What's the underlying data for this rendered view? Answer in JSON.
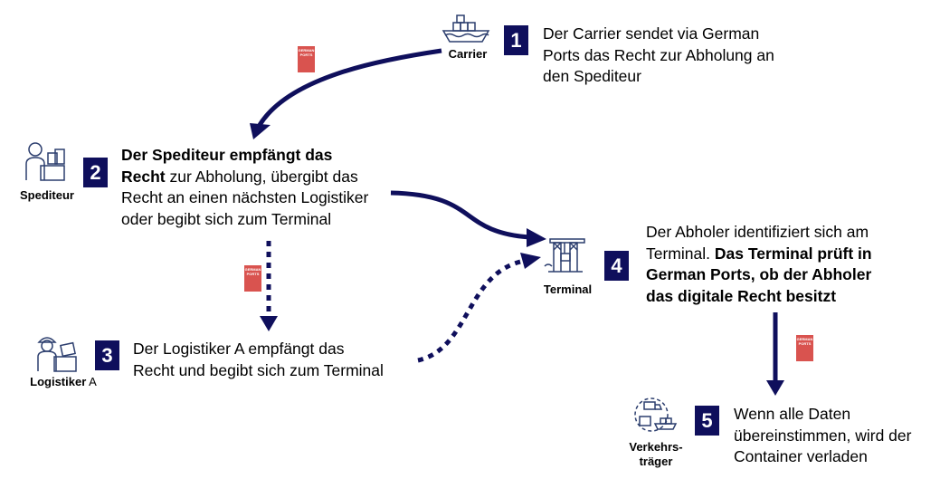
{
  "colors": {
    "navy": "#0f0f5c",
    "icon_stroke": "#2c3e6e",
    "logo_red": "#d9534f"
  },
  "logo": {
    "line1": "GERMAN",
    "line2": "PORTS"
  },
  "actors": {
    "carrier": {
      "label": "Carrier",
      "icon": "ship-icon"
    },
    "spediteur": {
      "label": "Spediteur",
      "icon": "person-with-boxes-icon"
    },
    "logistiker": {
      "label_bold": "Logistiker",
      "label_plain": " A",
      "icon": "worker-with-boxes-icon"
    },
    "terminal": {
      "label": "Terminal",
      "icon": "crane-icon"
    },
    "verkehrstraeger": {
      "label_line1": "Verkehrs-",
      "label_line2": "träger",
      "icon": "transport-vehicles-icon"
    }
  },
  "steps": [
    {
      "number": "1",
      "lines": [
        "Der Carrier sendet via German",
        "Ports das Recht zur Abholung an",
        "den Spediteur"
      ]
    },
    {
      "number": "2",
      "line1_bold": "Der Spediteur empfängt das",
      "line2_bold": "Recht",
      "line2_plain": " zur Abholung, übergibt das",
      "line3": "Recht an einen nächsten Logistiker",
      "line4": "oder begibt sich zum Terminal"
    },
    {
      "number": "3",
      "lines": [
        "Der Logistiker A empfängt das",
        "Recht und begibt sich zum Terminal"
      ]
    },
    {
      "number": "4",
      "line1": "Der Abholer identifiziert sich am",
      "line2_plain": "Terminal. ",
      "line2_bold": "Das Terminal prüft in",
      "line3_bold": "German Ports, ob der Abholer",
      "line4_bold": "das digitale Recht besitzt"
    },
    {
      "number": "5",
      "lines": [
        "Wenn alle Daten",
        "übereinstimmen, wird der",
        "Container verladen"
      ]
    }
  ]
}
